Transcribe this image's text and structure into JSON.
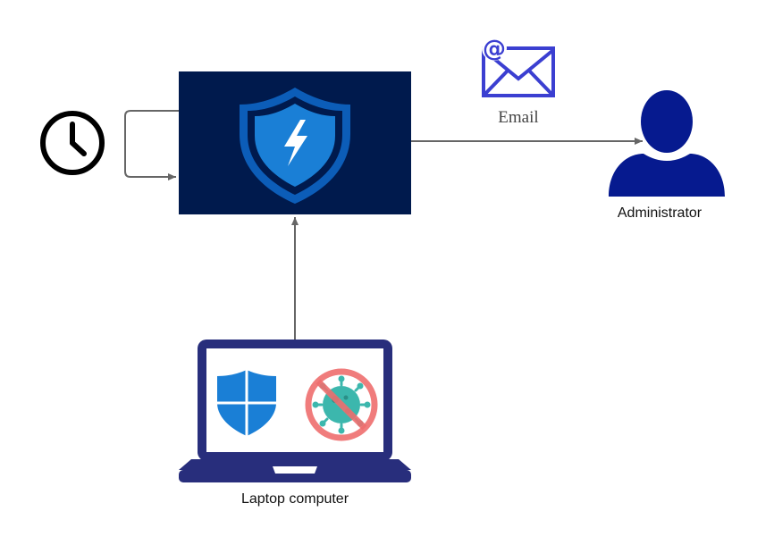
{
  "labels": {
    "email": "Email",
    "administrator": "Administrator",
    "laptop": "Laptop computer"
  },
  "icons": {
    "clock": "clock-icon",
    "defender_shield": "shield-lightning-icon",
    "email": "envelope-at-icon",
    "administrator": "user-icon",
    "laptop": "laptop-icon",
    "windows_shield": "windows-defender-shield-icon",
    "no_virus": "no-virus-icon"
  },
  "colors": {
    "defender_background": "#001a4d",
    "shield_blue": "#1a7fd6",
    "email_blue": "#3b3fd1",
    "user_navy": "#061a8f",
    "laptop_navy": "#282e7c",
    "arrow": "#666666",
    "no_virus_red": "#ee6e6e",
    "virus_teal": "#3cb7ad"
  }
}
